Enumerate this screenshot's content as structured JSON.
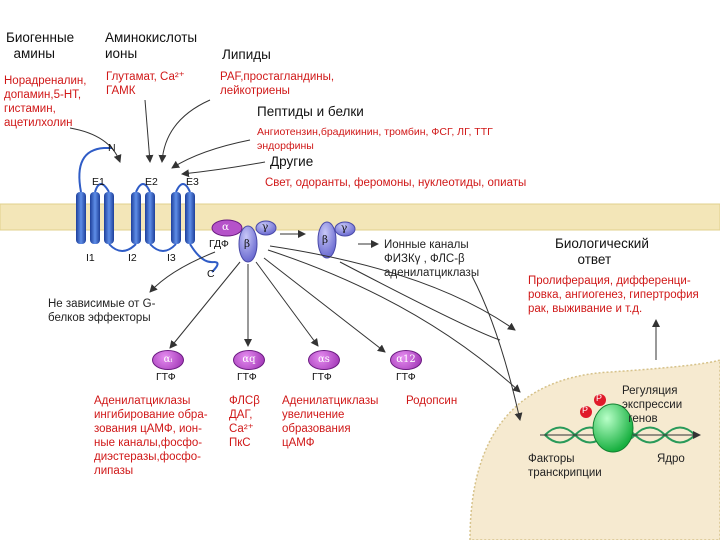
{
  "headers": {
    "amines": "Биогенные\n  амины",
    "amino_acids": "Аминокислоты\nионы",
    "lipids": "Липиды",
    "peptides": "Пептиды и белки",
    "other": "Другие",
    "response": "Биологический\n      ответ"
  },
  "ligands": {
    "amines": "Норадреналин,\nдопамин,5-НТ,\nгистамин,\nацетилхолин",
    "amino_acids": "Глутамат, Са²⁺\nГАМК",
    "lipids": "PAF,простагландины,\nлейкотриены",
    "peptides": "Ангиотензин,брадикинин, тромбин, ФСГ, ЛГ, ТТГ\nэндорфины",
    "other": "Свет, одоранты, феромоны, нуклеотиды, опиаты"
  },
  "receptor": {
    "n_term": "N",
    "c_term": "C",
    "loops": [
      "E1",
      "E2",
      "E3",
      "I1",
      "I2",
      "I3"
    ]
  },
  "g_protein": {
    "alpha": "α",
    "beta": "β",
    "gamma": "γ",
    "gdp": "ГДФ"
  },
  "effectors": {
    "ion_channels": "Ионные каналы\nФИЗКγ , ФЛС-β\nаденилатциклазы",
    "independent": "Не зависимые от G-\nбелков эффекторы"
  },
  "response_text": "Пролиферация, дифференци-\nровка, ангиогенез, гипертрофия\nрак, выживание и т.д.",
  "subunits": [
    {
      "symbol": "αᵢ",
      "gtp": "ГТФ",
      "effect": "Аденилатциклазы\nингибирование обра-\nзования цАМФ, ион-\nные каналы,фосфо-\nдиэстеразы,фосфо-\nлипазы"
    },
    {
      "symbol": "αq",
      "gtp": "ГТФ",
      "effect": "ФЛСβ\nДАГ,\nСа²⁺\nПкС"
    },
    {
      "symbol": "αs",
      "gtp": "ГТФ",
      "effect": "Аденилатциклазы\nувеличение\nобразования\nцАМФ"
    },
    {
      "symbol": "α12",
      "gtp": "ГТФ",
      "effect": "Родопсин"
    }
  ],
  "nucleus": {
    "regulation": "Регуляция\nэкспрессии\n  генов",
    "factors": "Факторы\nтранскрипции",
    "nucleus": "Ядро",
    "phospho": "P"
  },
  "colors": {
    "membrane": "#f3e6b8",
    "helix": "#2f5cc6",
    "text_red": "#d01818",
    "subunit": "#b552c9",
    "nucleus": "#f6ead0"
  }
}
